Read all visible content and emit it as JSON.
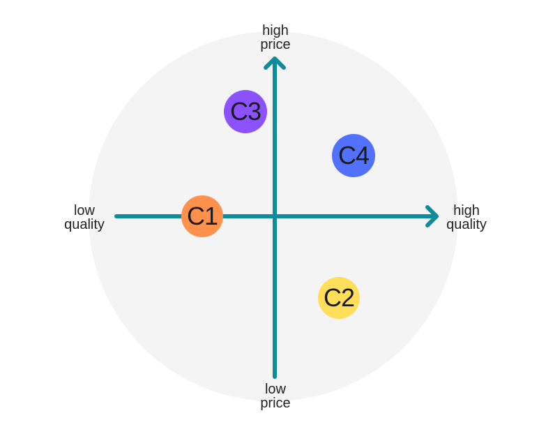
{
  "axes": {
    "top": {
      "line1": "high",
      "line2": "price"
    },
    "bottom": {
      "line1": "low",
      "line2": "price"
    },
    "left": {
      "line1": "low",
      "line2": "quality"
    },
    "right": {
      "line1": "high",
      "line2": "quality"
    }
  },
  "competitors": [
    {
      "id": "c1",
      "label": "C1",
      "color": "#FF914D"
    },
    {
      "id": "c2",
      "label": "C2",
      "color": "#FFDE59"
    },
    {
      "id": "c3",
      "label": "C3",
      "color": "#8C52FF"
    },
    {
      "id": "c4",
      "label": "C4",
      "color": "#5271FF"
    }
  ],
  "colors": {
    "axis": "#0E8C9B",
    "background_circle": "#F4F4F5"
  }
}
